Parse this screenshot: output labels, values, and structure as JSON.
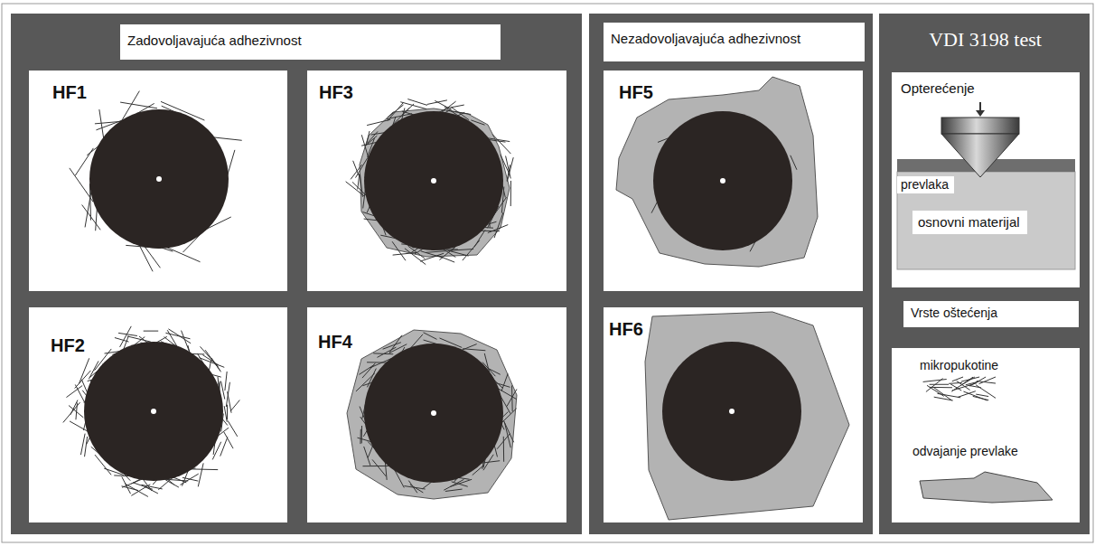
{
  "diagram": {
    "nodes": [
      {
        "text": [
          "Zadovoljavajuća adhezivnost"
        ]
      },
      {
        "text": [
          "HF1"
        ]
      },
      {
        "text": [
          "HF3"
        ]
      },
      {
        "text": [
          "HF2"
        ]
      },
      {
        "text": [
          "HF4"
        ]
      },
      {
        "text": [
          "Nezadovoljavajuća adhezivnost"
        ]
      },
      {
        "text": [
          "HF5"
        ]
      },
      {
        "text": [
          "HF6"
        ]
      },
      {
        "text": [
          "VDI 3198 test"
        ]
      },
      {
        "text": [
          "Opterećenje"
        ],
        "in": 8
      },
      {
        "text": [
          "prevlaka"
        ],
        "in": 9
      },
      {
        "text": [
          "osnovni materijal"
        ],
        "in": 9
      },
      {
        "text": [
          "Vrste oštećenja"
        ],
        "in": 8
      }
    ],
    "legend": [
      {
        "text": "mikropukotine"
      },
      {
        "text": "odvajanje prevlake"
      }
    ]
  }
}
